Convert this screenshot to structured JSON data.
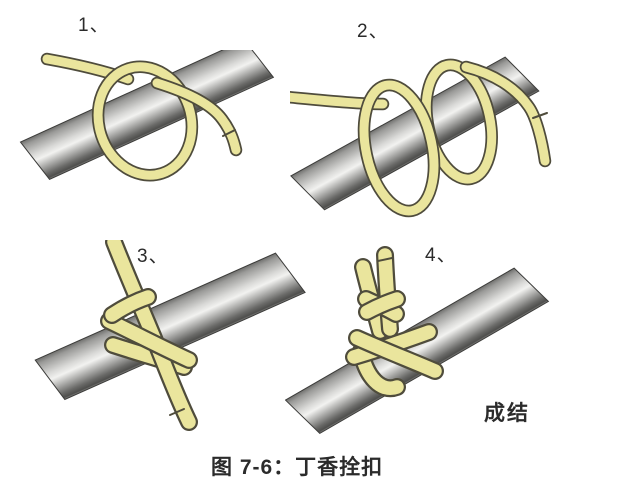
{
  "figure": {
    "steps": [
      {
        "label": "1、"
      },
      {
        "label": "2、"
      },
      {
        "label": "3、"
      },
      {
        "label": "4、"
      }
    ],
    "completed_label": "成结",
    "caption": "图 7-6：丁香拴扣"
  },
  "colors": {
    "background": "#ffffff",
    "rope_fill": "#eae59d",
    "rope_outline": "#4f4c3c",
    "pole_highlight": "#f2f2f0",
    "pole_mid": "#9a9a98",
    "pole_dark": "#4e4e4c",
    "pole_outline": "#3c3c3a",
    "text": "#2b2b2b"
  }
}
